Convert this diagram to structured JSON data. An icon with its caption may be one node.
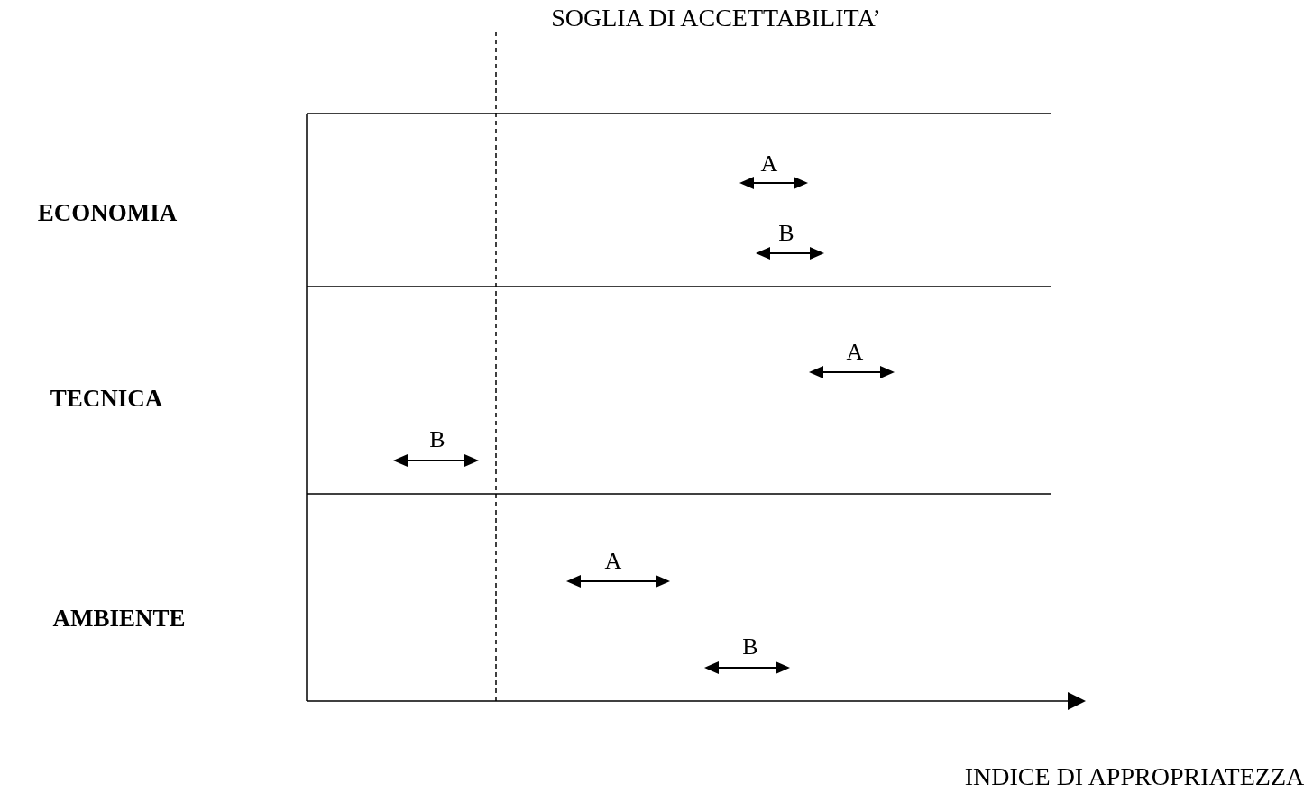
{
  "diagram": {
    "labels": [
      "SOGLIA DI ACCETTABILITA’",
      "A",
      "ECONOMIA",
      "B",
      "A",
      "TECNICA",
      "B",
      "A",
      "AMBIENTE",
      "B",
      "INDICE DI APPROPRIATEZZA"
    ]
  }
}
